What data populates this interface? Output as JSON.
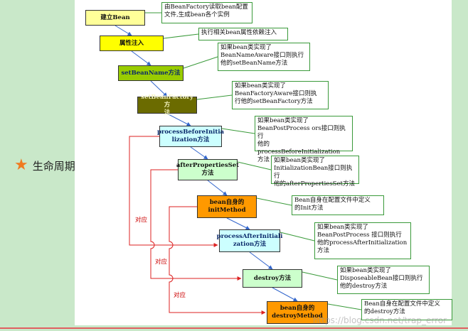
{
  "side_label": "生命周期",
  "steps": [
    {
      "label": "建立Bean",
      "note": "由BeanFactory读取bean配置\n文件,生成bean各个实例"
    },
    {
      "label": "属性注入",
      "note": "执行相关bean属性依赖注入"
    },
    {
      "label": "setBeanName方法",
      "note": "如果bean类实现了\nBeanNameAware接口则执行\n他的setBeanName方法"
    },
    {
      "label": "setBeanFactory方\n法",
      "note": "如果bean类实现了\nBeanFactoryAware接口则执\n行他的setBeanFactory方法"
    },
    {
      "label": "processBeforeInitia\nlization方法",
      "note": "如果bean类实现了\nBeanPostProcess ors接口则执行\n他的processBeforeInitialization\n方法"
    },
    {
      "label": "afterPropertiesSet\n方法",
      "note": "如果bean类实现了\nInitializationBean接口则执行\n他的afterPropertiesSet方法"
    },
    {
      "label": "bean自身的\ninitMethod",
      "note": "Bean自身在配置文件中定义\n的Init方法"
    },
    {
      "label": "processAfterInitiali\nzation方法",
      "note": "如果bean类实现了\nBeanPostProcess 接口则执行\n他的processAfterInitialization\n方法"
    },
    {
      "label": "destroy方法",
      "note": "如果bean类实现了\nDisposeableBean接口则执行\n他的destroy方法"
    },
    {
      "label": "bean自身的\ndestroyMethod",
      "note": "Bean自身在配置文件中定义\n的destroy方法"
    }
  ],
  "correspond_labels": [
    "对应",
    "对应",
    "对应"
  ],
  "watermark": "https://blog.csdn.net/trap_error",
  "colors": {
    "step_fills": [
      "#ffff99",
      "#ffff00",
      "#99cc00",
      "#6b6b00",
      "#ccffff",
      "#ccffcc",
      "#ff9900",
      "#ccffff",
      "#ccffcc",
      "#ff9900"
    ],
    "flow_arrow": "#3366cc",
    "note_line": "#3a9a3a",
    "correspond_line": "#dd2222"
  }
}
